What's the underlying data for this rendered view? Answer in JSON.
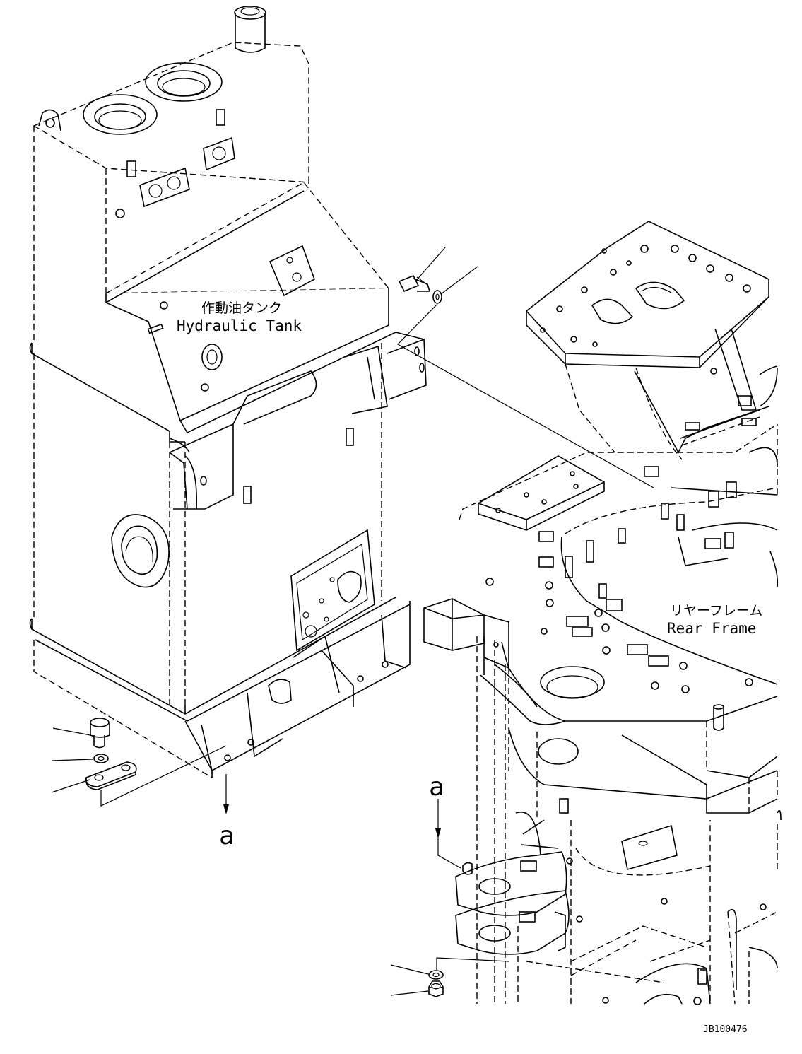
{
  "labels": {
    "hydraulic_tank_jp": "作動油タンク",
    "hydraulic_tank_en": "Hydraulic Tank",
    "rear_frame_jp": "リヤーフレーム",
    "rear_frame_en": "Rear Frame",
    "ref_a_left": "a",
    "ref_a_right": "a",
    "drawing_number": "JB100476"
  }
}
